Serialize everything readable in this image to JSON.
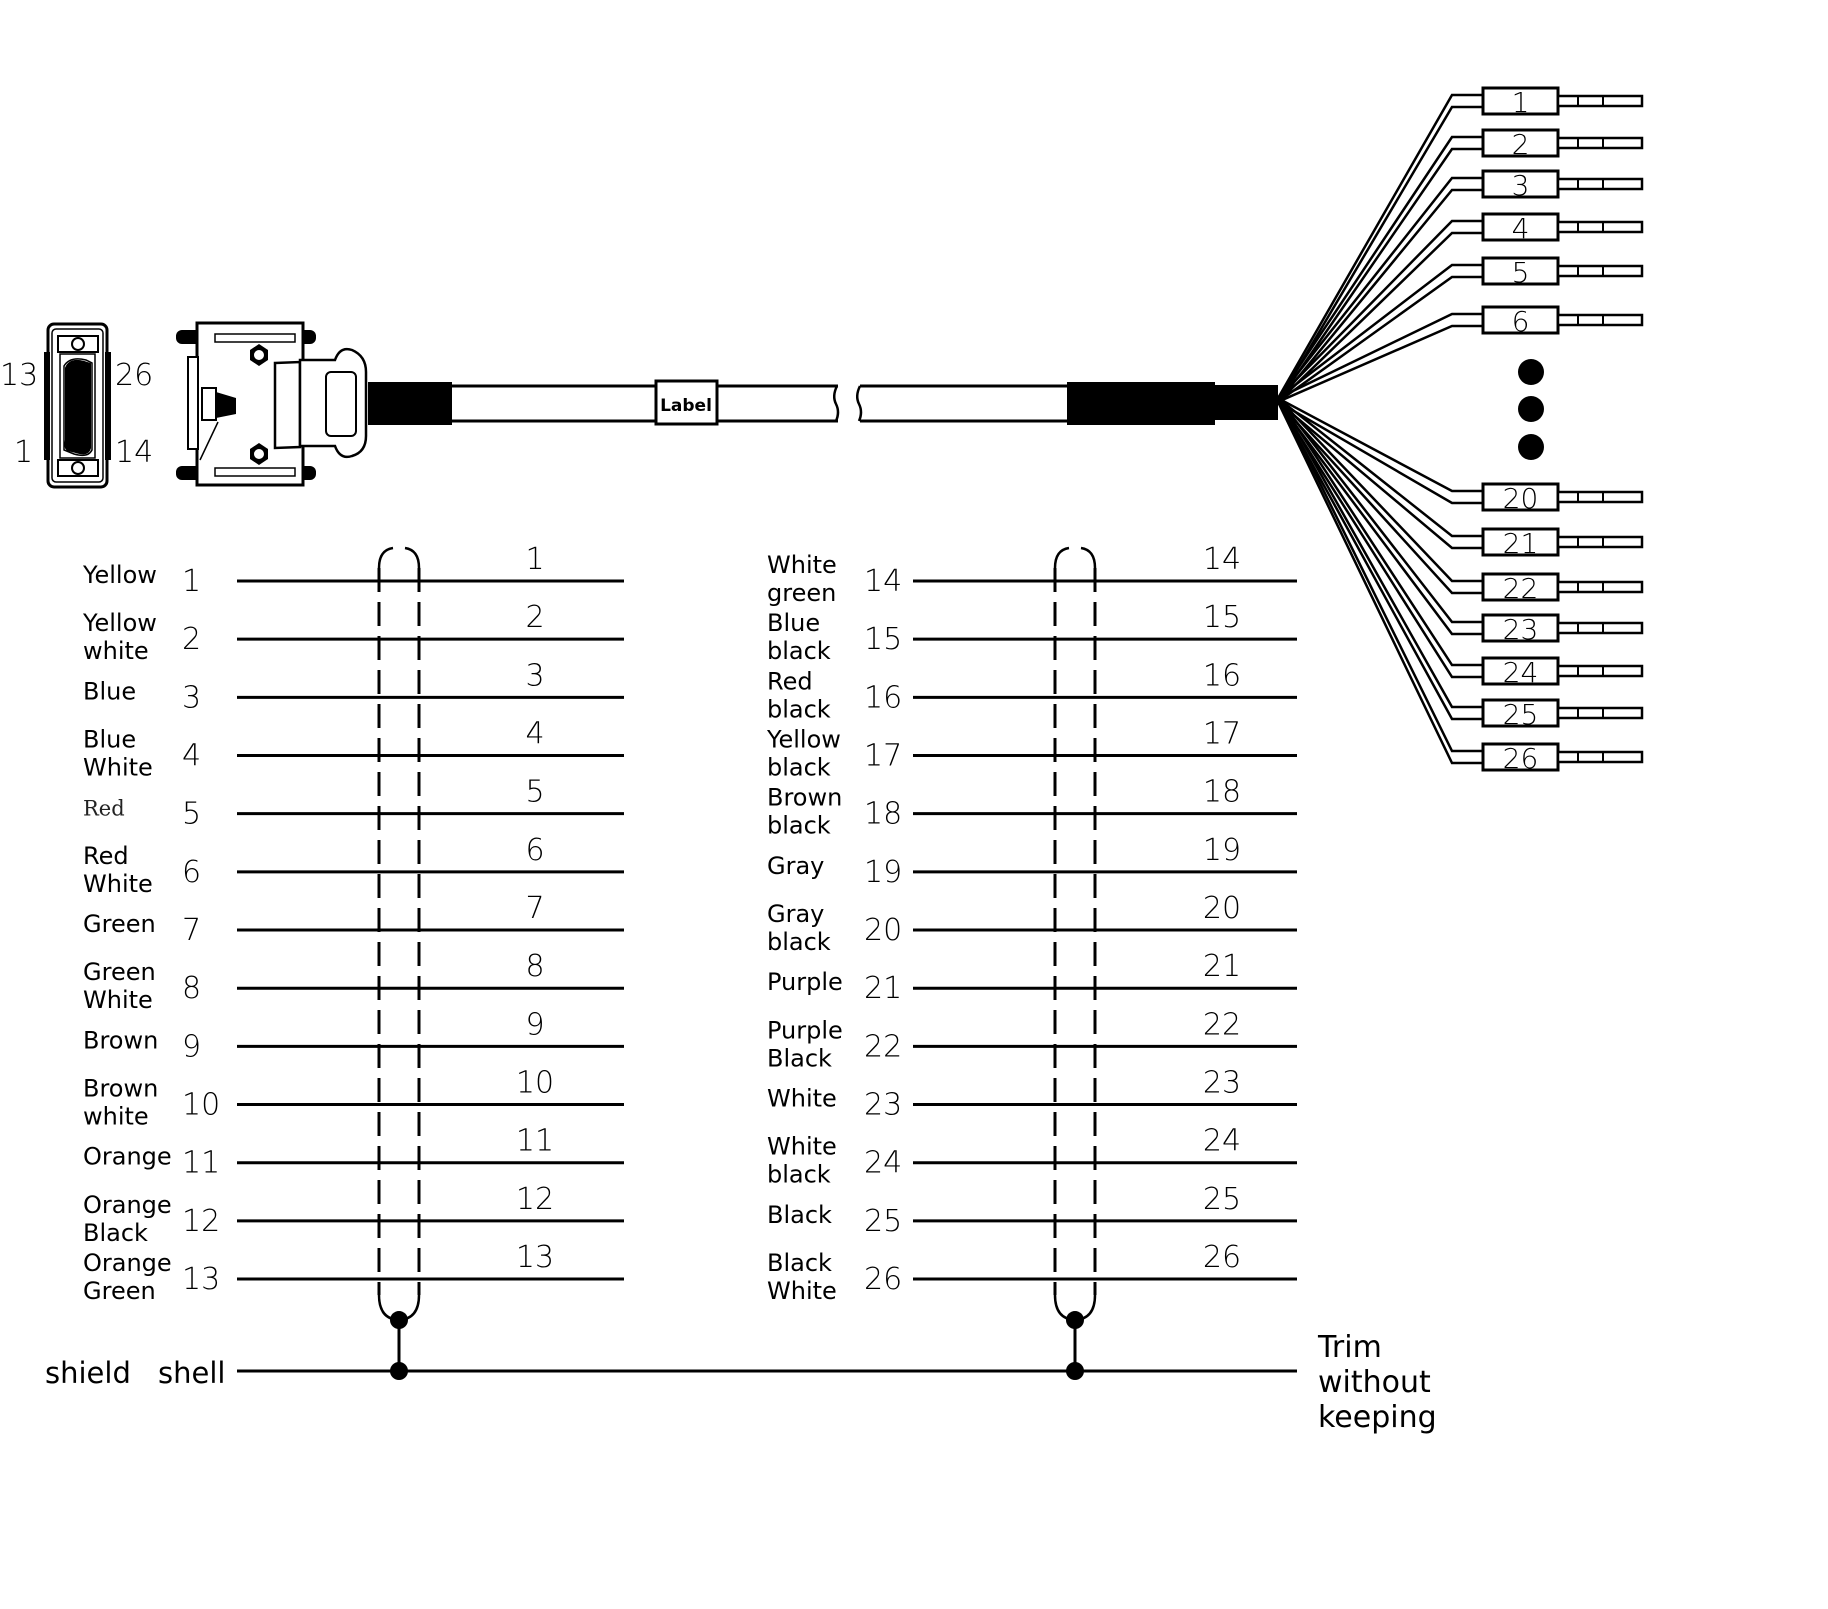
{
  "title": "26-pin connector cable wiring diagram",
  "colors": {
    "ink": "#000000",
    "paper": "#ffffff"
  },
  "connector_face": {
    "pin_labels": {
      "top_left": "13",
      "bottom_left": "1",
      "top_right": "26",
      "bottom_right": "14"
    }
  },
  "cable": {
    "label": "Label"
  },
  "flying_leads": {
    "top_pins": [
      "1",
      "2",
      "3",
      "4",
      "5",
      "6"
    ],
    "bottom_pins": [
      "20",
      "21",
      "22",
      "23",
      "24",
      "25",
      "26"
    ],
    "ellipsis_dots": 3
  },
  "left_group": {
    "wires": [
      {
        "pin": "1",
        "color": [
          "Yellow"
        ]
      },
      {
        "pin": "2",
        "color": [
          "Yellow",
          "white"
        ]
      },
      {
        "pin": "3",
        "color": [
          "Blue"
        ]
      },
      {
        "pin": "4",
        "color": [
          "Blue",
          "White"
        ]
      },
      {
        "pin": "5",
        "color": [
          "Red"
        ],
        "serif": true
      },
      {
        "pin": "6",
        "color": [
          "Red",
          "White"
        ]
      },
      {
        "pin": "7",
        "color": [
          "Green"
        ]
      },
      {
        "pin": "8",
        "color": [
          "Green",
          "White"
        ]
      },
      {
        "pin": "9",
        "color": [
          "Brown"
        ]
      },
      {
        "pin": "10",
        "color": [
          "Brown",
          "white"
        ]
      },
      {
        "pin": "11",
        "color": [
          "Orange"
        ]
      },
      {
        "pin": "12",
        "color": [
          "Orange",
          "Black"
        ]
      },
      {
        "pin": "13",
        "color": [
          "Orange",
          "Green"
        ]
      }
    ]
  },
  "right_group": {
    "wires": [
      {
        "pin": "14",
        "color": [
          "White",
          "green"
        ]
      },
      {
        "pin": "15",
        "color": [
          "Blue",
          "black"
        ]
      },
      {
        "pin": "16",
        "color": [
          "Red",
          "black"
        ]
      },
      {
        "pin": "17",
        "color": [
          "Yellow",
          "black"
        ]
      },
      {
        "pin": "18",
        "color": [
          "Brown",
          "black"
        ]
      },
      {
        "pin": "19",
        "color": [
          "Gray"
        ]
      },
      {
        "pin": "20",
        "color": [
          "Gray",
          "black"
        ]
      },
      {
        "pin": "21",
        "color": [
          "Purple"
        ]
      },
      {
        "pin": "22",
        "color": [
          "Purple",
          "Black"
        ]
      },
      {
        "pin": "23",
        "color": [
          "White"
        ]
      },
      {
        "pin": "24",
        "color": [
          "White",
          "black"
        ]
      },
      {
        "pin": "25",
        "color": [
          "Black"
        ]
      },
      {
        "pin": "26",
        "color": [
          "Black",
          "White"
        ]
      }
    ]
  },
  "shield": {
    "left_label": "shield",
    "shell_label": "shell",
    "note": [
      "Trim",
      "without",
      "keeping"
    ]
  }
}
